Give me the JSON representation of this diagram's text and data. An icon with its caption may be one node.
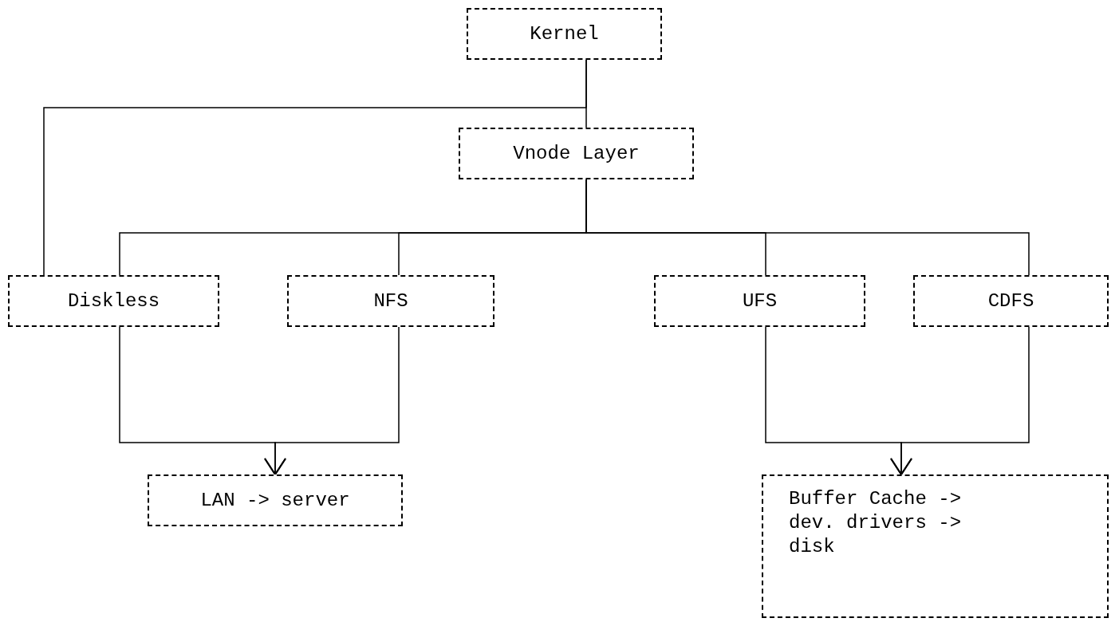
{
  "diagram": {
    "nodes": [
      {
        "text": [
          "Kernel"
        ]
      },
      {
        "text": [
          "Vnode Layer"
        ]
      },
      {
        "text": [
          "Diskless"
        ]
      },
      {
        "text": [
          "NFS"
        ]
      },
      {
        "text": [
          "UFS"
        ]
      },
      {
        "text": [
          "CDFS"
        ]
      },
      {
        "text": [
          "LAN -> server"
        ]
      },
      {
        "text": [
          "Buffer Cache -> dev. drivers -> disk"
        ]
      }
    ],
    "edges": [
      {
        "from": 0,
        "to": 1,
        "arrow": "none"
      },
      {
        "from": 0,
        "to": 2,
        "arrow": "none"
      },
      {
        "from": 1,
        "to": 2,
        "arrow": "none"
      },
      {
        "from": 1,
        "to": 3,
        "arrow": "none"
      },
      {
        "from": 1,
        "to": 4,
        "arrow": "none"
      },
      {
        "from": 1,
        "to": 5,
        "arrow": "none"
      },
      {
        "from": 2,
        "to": 6,
        "arrow": "to"
      },
      {
        "from": 3,
        "to": 6,
        "arrow": "to"
      },
      {
        "from": 4,
        "to": 7,
        "arrow": "to"
      },
      {
        "from": 5,
        "to": 7,
        "arrow": "to"
      }
    ]
  }
}
